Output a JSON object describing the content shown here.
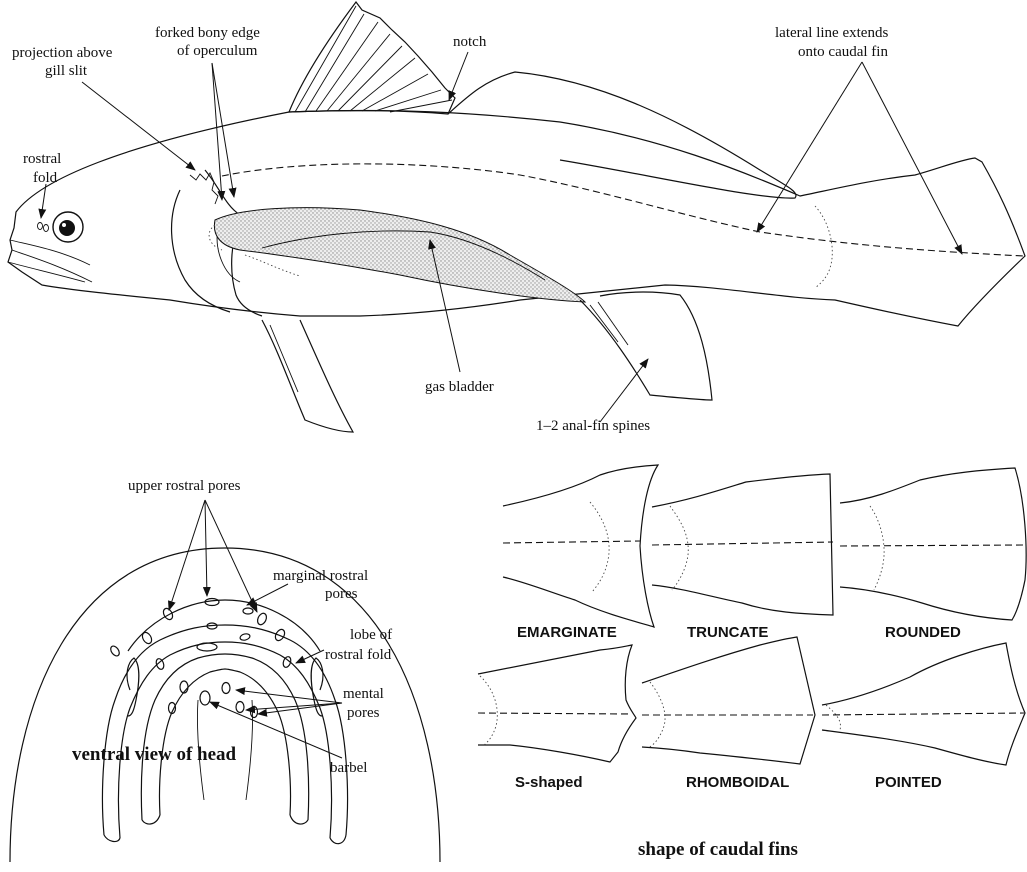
{
  "fish_labels": {
    "rostral_fold": [
      "rostral",
      "fold"
    ],
    "projection": [
      "projection above",
      "gill slit"
    ],
    "forked_edge": [
      "forked bony edge",
      "of operculum"
    ],
    "notch": "notch",
    "lateral_line": [
      "lateral line extends",
      "onto caudal fin"
    ],
    "gas_bladder": "gas bladder",
    "anal_spines": "1–2 anal-fin spines"
  },
  "head_labels": {
    "upper_rostral": "upper rostral pores",
    "marginal_rostral": [
      "marginal rostral",
      "pores"
    ],
    "lobe": [
      "lobe of",
      "rostral fold"
    ],
    "mental": [
      "mental",
      "pores"
    ],
    "barbel": "barbel"
  },
  "captions": {
    "ventral": "ventral view of head",
    "caudal": "shape of caudal fins"
  },
  "fin_shapes": [
    "EMARGINATE",
    "TRUNCATE",
    "ROUNDED",
    "S-shaped",
    "RHOMBOIDAL",
    "POINTED"
  ]
}
